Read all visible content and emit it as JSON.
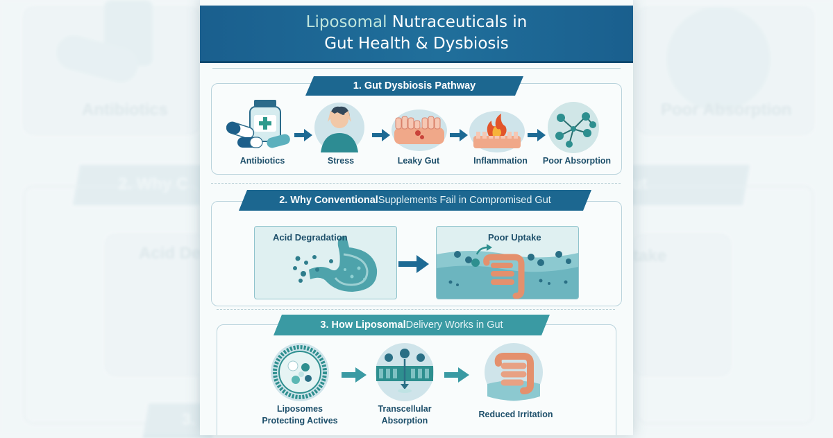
{
  "title": {
    "line1_highlight": "Liposomal",
    "line1_rest": " Nutraceuticals in",
    "line2": "Gut Health & Dysbiosis"
  },
  "background": {
    "antibiotics": "Antibiotics",
    "poor_absorption": "Poor Absorption",
    "why_conv": "2. Why C",
    "out": "ut",
    "acid_de": "Acid De",
    "take": "take",
    "three": "3."
  },
  "section1": {
    "banner": "1. Gut Dysbiosis Pathway",
    "steps": [
      "Antibiotics",
      "Stress",
      "Leaky Gut",
      "Inflammation",
      "Poor Absorption"
    ]
  },
  "section2": {
    "banner_main": "2. Why Conventional",
    "banner_rest": " Supplements Fail in Compromised Gut",
    "card1_title": "Acid Degradation",
    "card2_title": "Poor Uptake"
  },
  "section3": {
    "banner_main": "3. How Liposomal",
    "banner_rest": " Delivery Works in Gut",
    "step1_line1": "Liposomes",
    "step1_line2": "Protecting Actives",
    "step2_line1": "Transcellular",
    "step2_line2": "Absorption",
    "step3": "Reduced Irritation"
  },
  "colors": {
    "header": "#1a5f8e",
    "banner": "#1c6790",
    "banner3": "#3a9aa3",
    "arrow": "#1d6a94",
    "teal": "#2e8f8f",
    "gut": "#e4906d"
  },
  "icons": [
    "medicine-bottle-icon",
    "pills-icon",
    "stressed-person-icon",
    "leaky-gut-icon",
    "inflammation-flame-icon",
    "molecule-network-icon",
    "stomach-icon",
    "intestine-icon",
    "liposome-icon",
    "cell-membrane-icon"
  ]
}
